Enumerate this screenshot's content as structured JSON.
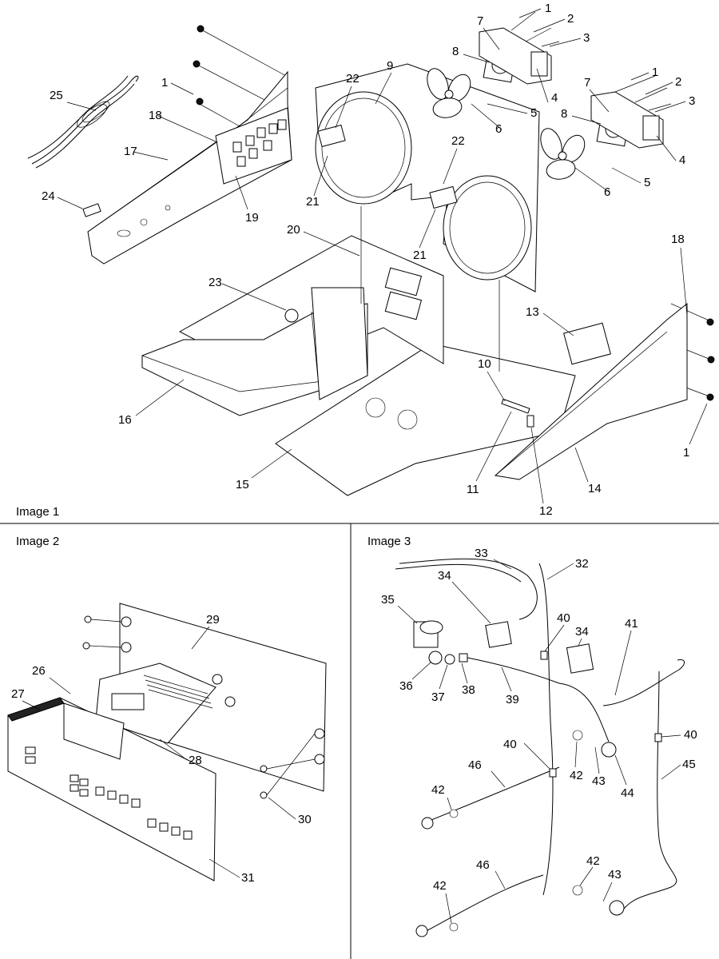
{
  "panels": [
    {
      "title": "Image 1"
    },
    {
      "title": "Image 2"
    },
    {
      "title": "Image 3"
    }
  ],
  "callouts": {
    "img1": [
      "1",
      "2",
      "3",
      "7",
      "8",
      "1",
      "2",
      "3",
      "7",
      "8",
      "9",
      "22",
      "25",
      "1",
      "18",
      "17",
      "24",
      "19",
      "21",
      "4",
      "5",
      "6",
      "22",
      "21",
      "4",
      "5",
      "6",
      "20",
      "23",
      "18",
      "13",
      "10",
      "16",
      "15",
      "11",
      "12",
      "14",
      "1"
    ],
    "img2": [
      "29",
      "26",
      "27",
      "28",
      "30",
      "31"
    ],
    "img3": [
      "33",
      "32",
      "34",
      "35",
      "40",
      "34",
      "41",
      "36",
      "37",
      "38",
      "39",
      "40",
      "46",
      "42",
      "42",
      "43",
      "44",
      "40",
      "45",
      "46",
      "42",
      "42",
      "43"
    ]
  }
}
